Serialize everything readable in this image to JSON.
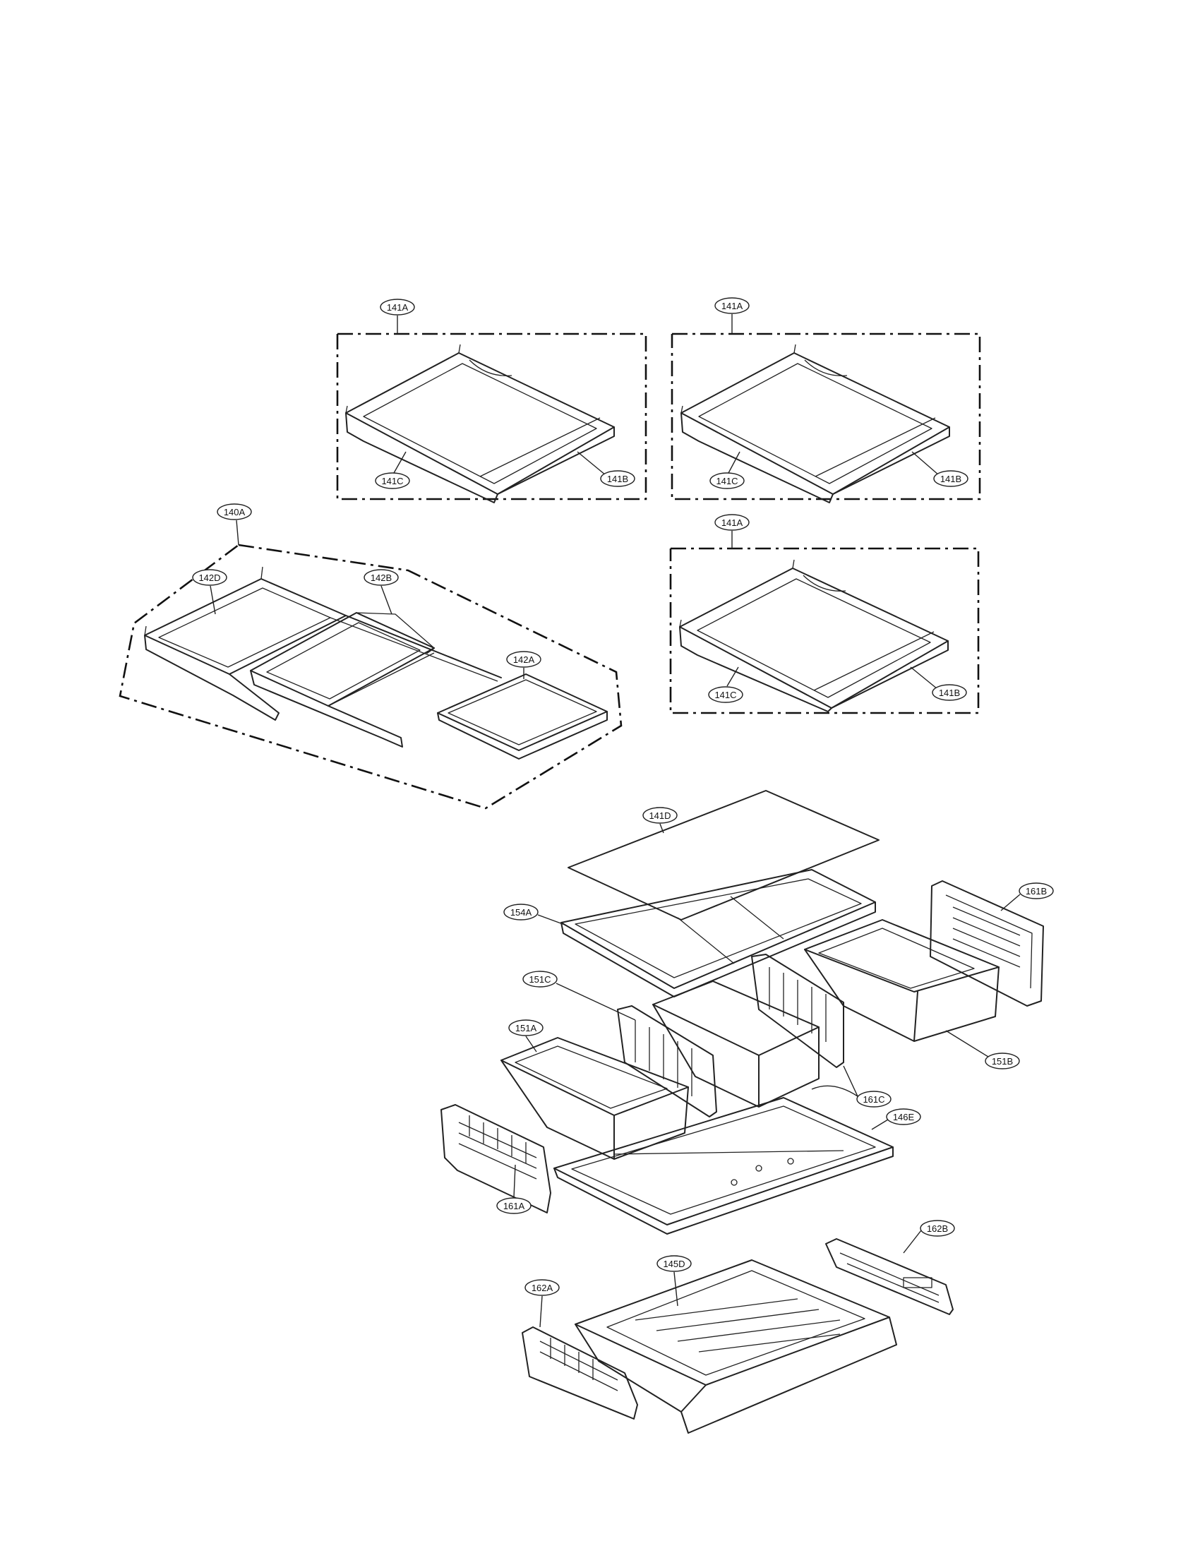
{
  "labels": {
    "box1_a": "141A",
    "box1_b": "141B",
    "box1_c": "141C",
    "box2_a": "141A",
    "box2_b": "141B",
    "box2_c": "141C",
    "box3_a": "141A",
    "box3_b": "141B",
    "box3_c": "141C",
    "shelf_assy": "140A",
    "shelf_frame": "142D",
    "shelf_mid": "142B",
    "shelf_front": "142A",
    "glass_cover": "141D",
    "crisper_cover": "154A",
    "crisper_divider": "151C",
    "crisper_left": "151A",
    "crisper_right": "151B",
    "rail_right": "161B",
    "rail_center": "161C",
    "rail_left": "161A",
    "drawer_base": "146E",
    "pantry_drawer": "145D",
    "pantry_rail_left": "162A",
    "pantry_rail_right": "162B"
  }
}
